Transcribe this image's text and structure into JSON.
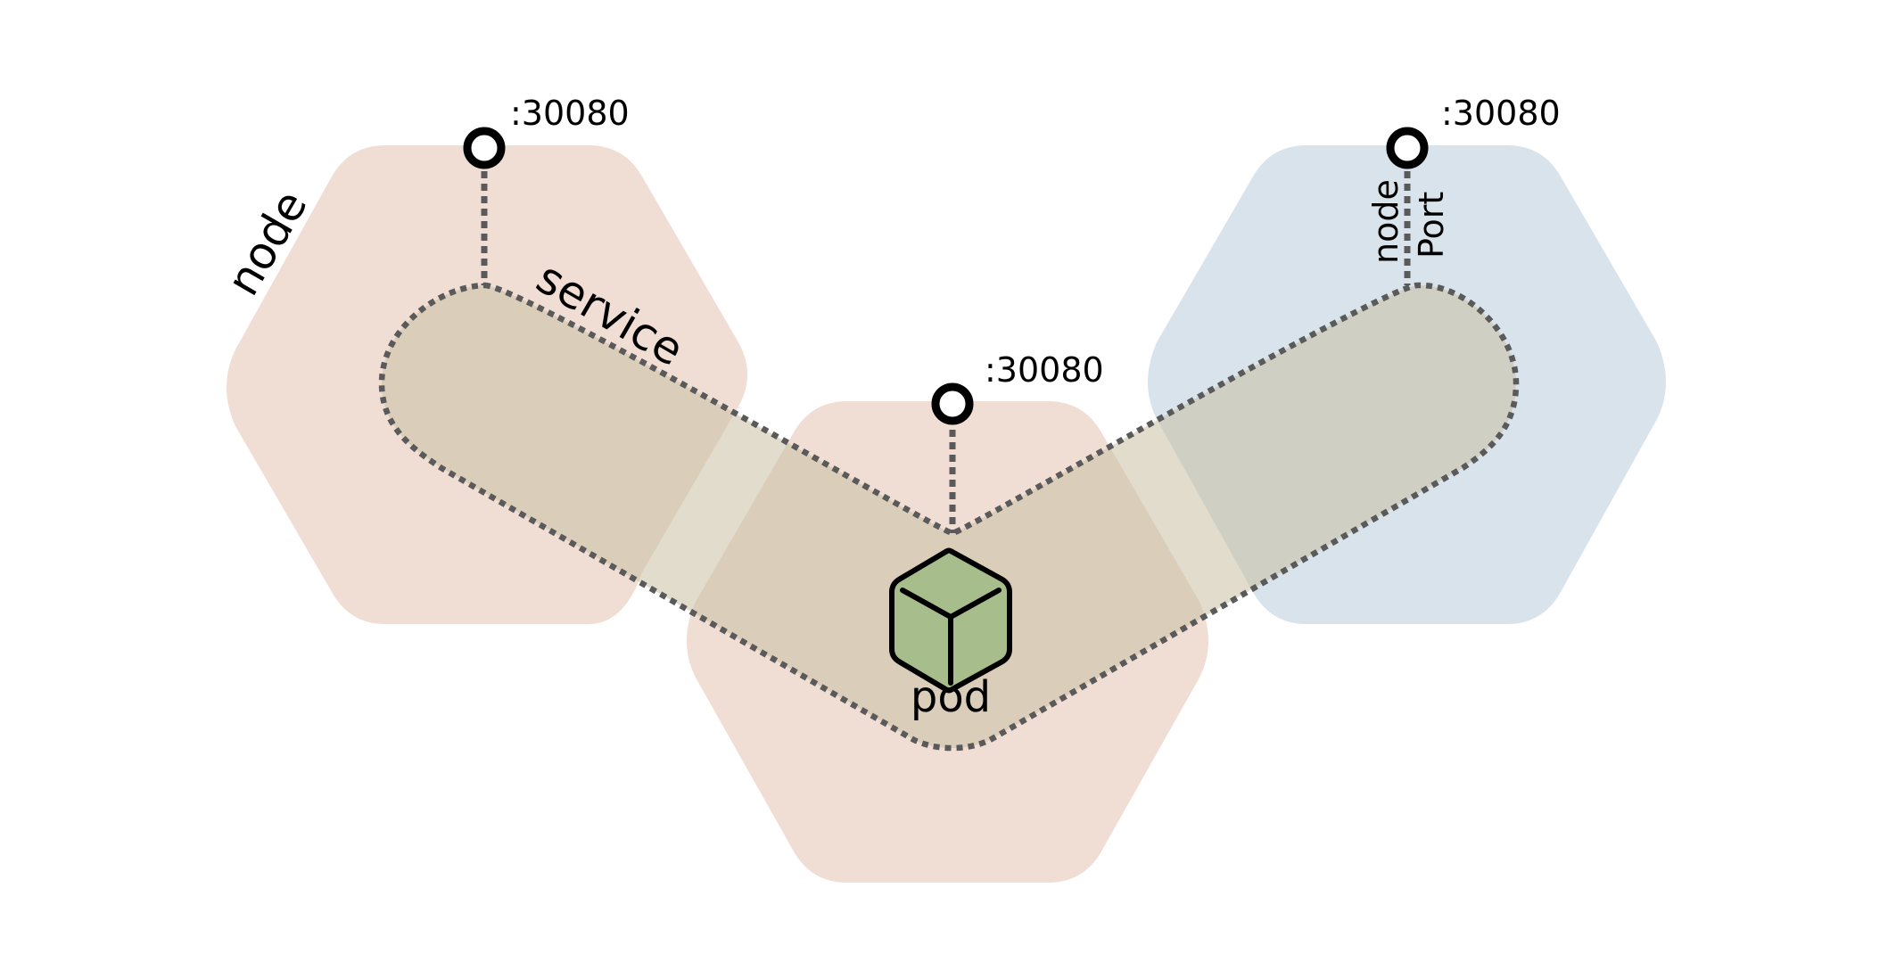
{
  "labels": {
    "node": "node",
    "service": "service",
    "pod": "pod",
    "node_port_line1": "node",
    "node_port_line2": "Port"
  },
  "ports": [
    {
      "label": ":30080"
    },
    {
      "label": ":30080"
    },
    {
      "label": ":30080"
    }
  ],
  "colors": {
    "node_left": "#f0ddd4",
    "node_center": "#f0ddd4",
    "node_right": "#d9e3ec",
    "service_fill": "#d6cfba",
    "service_border": "#5a5a5a",
    "pod_fill": "#a7bd8b",
    "pod_stroke": "#000000"
  },
  "icons": {
    "pod": "cube-icon",
    "port": "circle-port-icon"
  }
}
